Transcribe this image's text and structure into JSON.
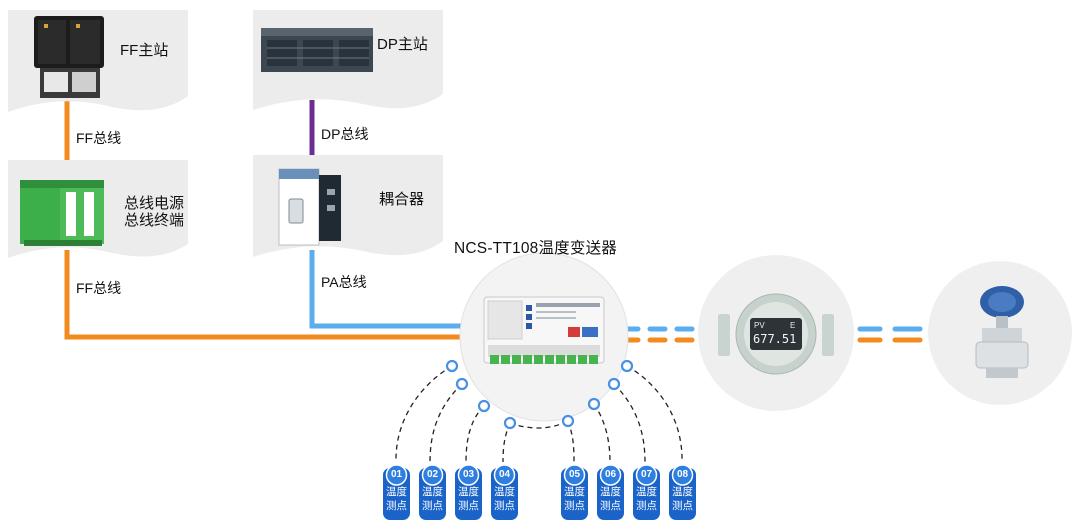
{
  "nodes": {
    "ff_master": {
      "label": "FF主站"
    },
    "dp_master": {
      "label": "DP主站"
    },
    "power": {
      "line1": "总线电源",
      "line2": "总线终端"
    },
    "coupler": {
      "label": "耦合器"
    },
    "transmitter": {
      "title": "NCS-TT108温度变送器"
    },
    "display": {
      "pv": "PV",
      "unit": "E",
      "value": "677.51"
    }
  },
  "bus_labels": {
    "ff1": "FF总线",
    "dp": "DP总线",
    "ff2": "FF总线",
    "pa": "PA总线"
  },
  "points": [
    {
      "num": "01",
      "line1": "温度",
      "line2": "测点"
    },
    {
      "num": "02",
      "line1": "温度",
      "line2": "测点"
    },
    {
      "num": "03",
      "line1": "温度",
      "line2": "测点"
    },
    {
      "num": "04",
      "line1": "温度",
      "line2": "测点"
    },
    {
      "num": "05",
      "line1": "温度",
      "line2": "测点"
    },
    {
      "num": "06",
      "line1": "温度",
      "line2": "测点"
    },
    {
      "num": "07",
      "line1": "温度",
      "line2": "测点"
    },
    {
      "num": "08",
      "line1": "温度",
      "line2": "测点"
    }
  ],
  "colors": {
    "ff_bus": "#f28a1e",
    "dp_bus": "#6a2c91",
    "pa_bus": "#5aaef0",
    "point_blue": "#1a63c9",
    "card_bg": "#eceded"
  }
}
